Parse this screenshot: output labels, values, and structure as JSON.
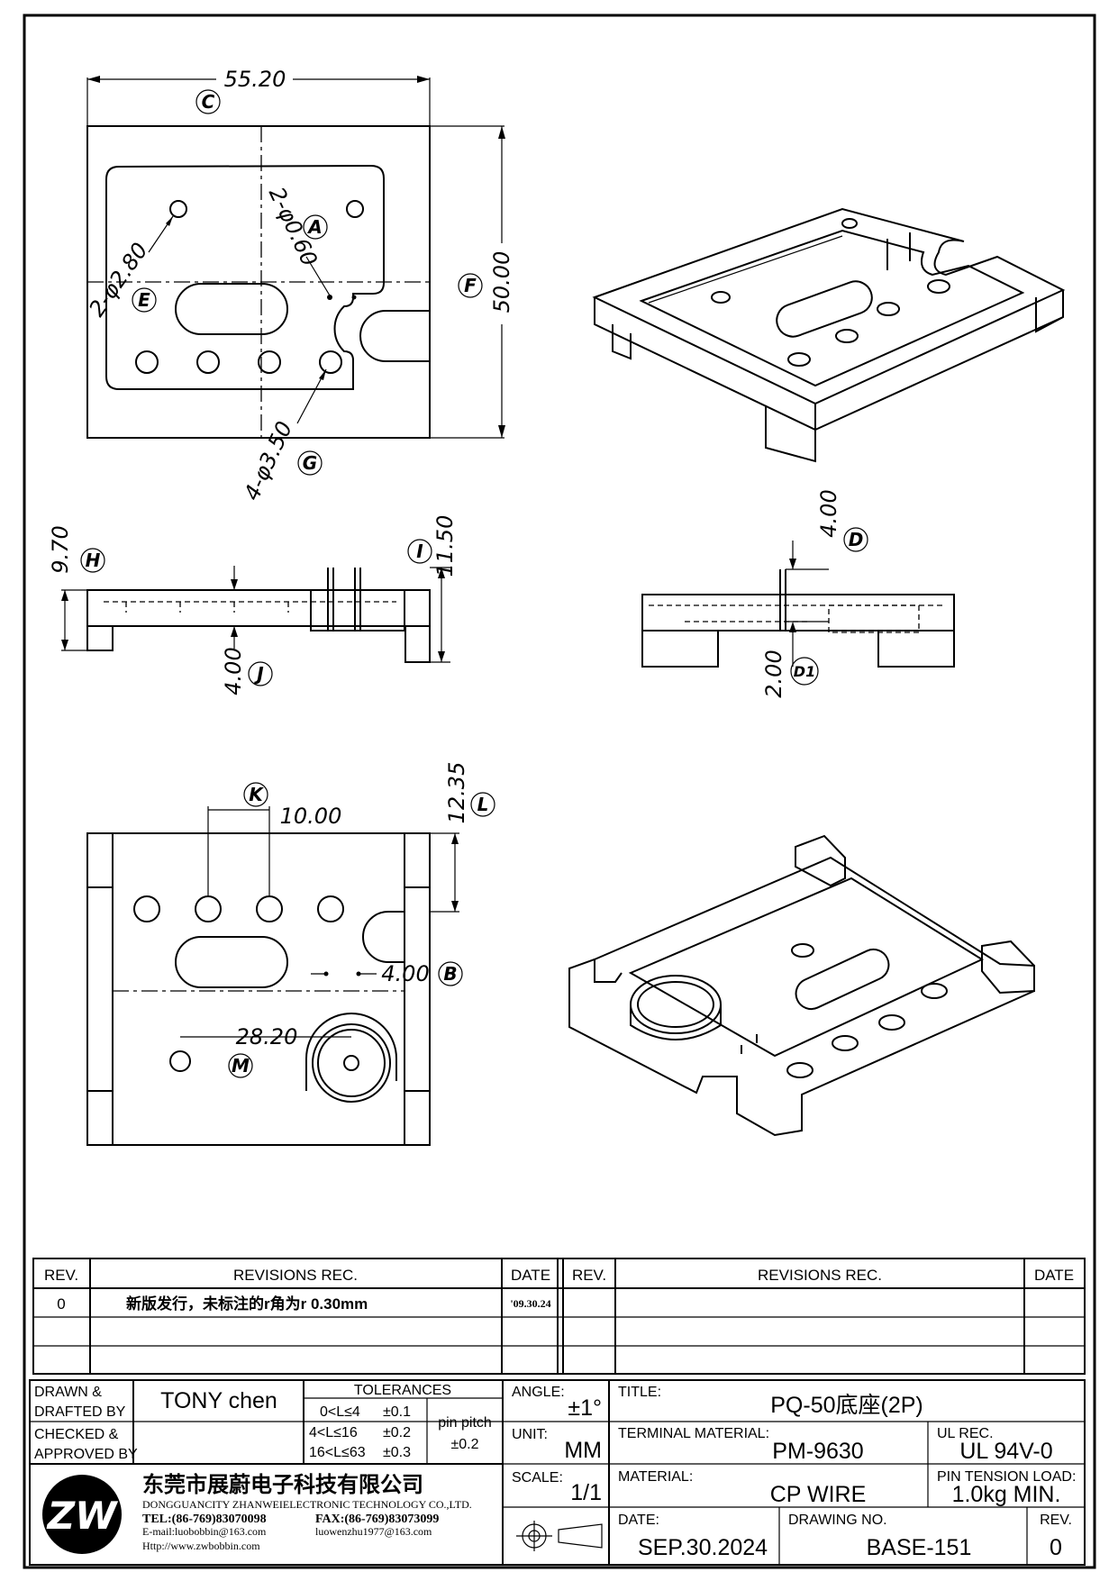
{
  "drawing": {
    "dimensions": {
      "width_top": "55.20",
      "height_top": "50.00",
      "hole_e": "2-φ2.80",
      "hole_a": "2-φ0.60",
      "hole_g": "4-φ3.50",
      "height_h": "9.70",
      "height_i": "11.50",
      "depth_j": "4.00",
      "pin_d": "4.00",
      "pin_d1": "2.00",
      "height_l": "12.35",
      "pitch_k": "10.00",
      "offset_b": "4.00",
      "span_m": "28.20"
    },
    "callouts": [
      "A",
      "B",
      "C",
      "D",
      "D1",
      "E",
      "F",
      "G",
      "H",
      "I",
      "J",
      "K",
      "L",
      "M"
    ]
  },
  "revisions": {
    "headers": {
      "rev": "REV.",
      "rec": "REVISIONS   REC.",
      "date": "DATE"
    },
    "rows": [
      {
        "rev": "0",
        "rec": "新版发行，未标注的r角为r 0.30mm",
        "date": "'09.30.24"
      }
    ]
  },
  "title_block": {
    "drawn_label_1": "DRAWN &",
    "drawn_label_2": "DRAFTED BY",
    "drawn_by": "TONY chen",
    "checked_label_1": "CHECKED &",
    "checked_label_2": "APPROVED BY",
    "checked_by": "",
    "tolerances_label": "TOLERANCES",
    "tolerance_rows": [
      {
        "range": "0<L≤4",
        "value": "±0.1"
      },
      {
        "range": "4<L≤16",
        "value": "±0.2"
      },
      {
        "range": "16<L≤63",
        "value": "±0.3"
      }
    ],
    "pin_pitch_label": "pin pitch",
    "pin_pitch_value": "±0.2",
    "angle_label": "ANGLE:",
    "angle_value": "±1°",
    "unit_label": "UNIT:",
    "unit_value": "MM",
    "scale_label": "SCALE:",
    "scale_value": "1/1",
    "title_label": "TITLE:",
    "title_value": "PQ-50底座(2P)",
    "terminal_label": "TERMINAL MATERIAL:",
    "terminal_value": "PM-9630",
    "ul_label": "UL REC.",
    "ul_value": "UL 94V-0",
    "material_label": "MATERIAL:",
    "material_value": "CP WIRE",
    "pin_tension_label": "PIN TENSION LOAD:",
    "pin_tension_value": "1.0kg MIN.",
    "date_label": "DATE:",
    "date_value": "SEP.30.2024",
    "drawing_no_label": "DRAWING NO.",
    "drawing_no_value": "BASE-151",
    "rev_label": "REV.",
    "rev_value": "0"
  },
  "company": {
    "logo_letters": "ZW",
    "name_cn": "东莞市展蔚电子科技有限公司",
    "name_en": "DONGGUANCITY ZHANWEIELECTRONIC TECHNOLOGY CO.,LTD.",
    "tel": "TEL:(86-769)83070098",
    "fax": "FAX:(86-769)83073099",
    "email_1": "E-mail:luobobbin@163.com",
    "email_2": "luowenzhu1977@163.com",
    "web": "Http://www.zwbobbin.com"
  }
}
